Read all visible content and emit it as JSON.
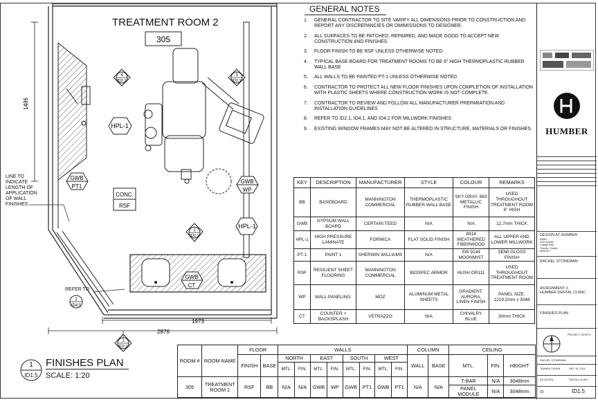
{
  "room": {
    "title": "TREATMENT ROOM 2",
    "number": "305",
    "dim_vertical": "1486",
    "dim_inner": "1973",
    "dim_overall": "2876"
  },
  "plan_tags": {
    "hpl_left": "HPL-1",
    "hpl_right": "HPL-1",
    "gwb_pt1_top": "GWB",
    "gwb_pt1_bottom": "PT1",
    "gwb_wp_top": "GWB",
    "gwb_wp_bottom": "WP",
    "gwb_ct_top": "GWB",
    "gwb_ct_bottom": "CT",
    "floor_top": "CONC.",
    "floor_bottom": "RSF",
    "elev_left_num": "4",
    "elev_left_ref": "ID2.1",
    "elev_right_num": "3",
    "elev_right_ref": "ID2.1",
    "elev_center_num": "2",
    "elev_center_ref": "ID2.1",
    "elev_bottom_num": "1",
    "elev_bottom_ref": "ID2.1",
    "refer_num": "1",
    "refer_ref": "ID4.1"
  },
  "annotations": {
    "wall_finish_note": [
      "LINE TO",
      "INDICATE",
      "LENGTH OF",
      "APPLICATION",
      "OF WALL",
      "FINISHES"
    ],
    "refer_to": "REFER TO"
  },
  "drawing_title": {
    "num": "1",
    "sheet": "ID1.5",
    "title": "FINISHES PLAN",
    "scale": "SCALE: 1:20"
  },
  "general_notes": {
    "title": "GENERAL NOTES",
    "items": [
      {
        "n": "1.",
        "text": "GENERAL CONTRACTOR TO SITE VARIFY ALL DIMENSIONS PRIOR TO CONSTRUCTION AND REPORT ANY DISCREPANCIES OR OMIMISSIONS TO DESIGNER."
      },
      {
        "n": "2.",
        "text": "ALL SURFACES TO BE PATCHED, REPAIRED, AND MADE GOOD TO ACCEPT NEW CONSTRUCTION AND FINISHES."
      },
      {
        "n": "3.",
        "text": "FLOOR FINISH TO BE RSF UNLESS OTHERWISE NOTED."
      },
      {
        "n": "4.",
        "text": "TYPICAL BASE BOARD FOR TREATMENT ROOMS TO BE 6\" HIGH THERMOPLASTIC RUBBER WALL BASE"
      },
      {
        "n": "5.",
        "text": "ALL WALLS TO BE PAINTED PT-1 UNLESS OTHERWISE NOTED"
      },
      {
        "n": "6.",
        "text": "CONTRACTOR TO PROTECT ALL NEW FLOOR FINISHES UPON COMPLETION OF INSTALLATION WITH PLASTIC SHEETS WHERE CONSTRUCTION WORK IS NOT COMPLETE."
      },
      {
        "n": "7.",
        "text": "CONTRACTOR TO REVIEW AND FOLLOW ALL MANUFACTURER PREPARATION AND INSTALLATION GUIDELINES"
      },
      {
        "n": "8.",
        "text": "REFER TO ID2.1, ID4.1, AND ID4.2 FOR MILLWORK FINISHES"
      },
      {
        "n": "9.",
        "text": "EXISTING WINDOW FRAMES MAY NOT BE ALTERED IN STRUCTURE, MATERIALS OR FINISHES."
      }
    ]
  },
  "legend": {
    "headers": [
      "KEY",
      "DESCRIPTION",
      "MANUFACTURER",
      "STYLE",
      "COLOUR",
      "REMARKS"
    ],
    "rows": [
      [
        "BB",
        "BASEBOARD",
        "MANNINGTON COMMERCIAL",
        "THERMOPLASTIC RUBBER WALL BASE",
        "SKY GRAY, 663 METALLIC FINISH",
        "USED THROUGHOUT TREATMENT ROOM 6\" HIGH"
      ],
      [
        "GWB",
        "GYPSUM WALL BOARD",
        "CERTAIN TEED",
        "N/A",
        "N/A",
        "12.7mm THICK"
      ],
      [
        "HPL-1",
        "HIGH PRESSURE LAMINATE",
        "FORMICA",
        "FLAT SOLID FINISH",
        "8914 WEATHERED FIBERWOOD",
        "ALL UPPER AND LOWER MILLWORK"
      ],
      [
        "PT-1",
        "PAINT 1",
        "SHERWIN WILLIAMS",
        "N/A",
        "SW 9144 MOONMIST",
        "SEMI GLOSS FINISH"
      ],
      [
        "RSF",
        "RESILIENT SHEET FLOORING",
        "MANNINGTON COMMERCIAL",
        "BIOSPEC ARMOR",
        "HUSH OR111",
        "USED THROUGHOUT TREATMENT ROOM"
      ],
      [
        "WP",
        "WALL PANELING:",
        "MÓZ",
        "ALUMINUM METAL SHEETS",
        "GRADIENT, AURORA, LINEN FINISH",
        "PANEL SIZE: 1219.2mm x 3048"
      ],
      [
        "CT",
        "COUNTER + BACKSPLASH",
        "VETRAZZO",
        "N/A",
        "CHIVALRY BLUE",
        "30mm THICK"
      ]
    ]
  },
  "schedule": {
    "h_room_num": "ROOM #",
    "h_room_name": "ROOM NAME",
    "h_floor": "FLOOR",
    "h_walls": "WALLS",
    "h_column": "COLUMN",
    "h_ceiling": "CEILING",
    "h_finish": "FINISH",
    "h_base": "BASE",
    "h_north": "NORTH",
    "h_east": "EAST",
    "h_south": "SOUTH",
    "h_west": "WEST",
    "h_wall": "WALL",
    "h_col_base": "BASE",
    "h_mtl": "MTL.",
    "h_fin": "FIN.",
    "h_ceil_mtl": "MTL.",
    "h_ceil_fin": "FIN.",
    "h_height": "HEIGHT",
    "row": {
      "num": "305",
      "name": "TREATMENT ROOM 2",
      "finish": "RSF",
      "base": "BB",
      "n_mtl": "N/A",
      "n_fin": "N/A",
      "e_mtl": "GWB",
      "e_fin": "WP",
      "s_mtl": "GWB",
      "s_fin": "PT1",
      "w_mtl": "GWB",
      "w_fin": "PT1",
      "col_wall": "N/A",
      "col_base": "N/A",
      "ceil1_mtl": "T-BAR",
      "ceil1_fin": "N/A",
      "ceil1_h": "3048mm",
      "ceil2_mtl": "PANEL MODULE",
      "ceil2_fin": "N/A",
      "ceil2_h": "3048mm"
    }
  },
  "title_block": {
    "brand": "HUMBER",
    "firm": "DESIGN AT HUMBER",
    "firm_addr": [
      "BAND",
      "205 Humber",
      "College Blvd.",
      "Toronto, Ontario",
      "M9W 5L7"
    ],
    "designer": "RACHEL STONEMAN",
    "project": [
      "ASSIGNMENT 3",
      "HUMBER DENTAL CLINIC"
    ],
    "sheet_title": "FINISHES PLAN",
    "north_label": "PROJECT NORTH",
    "drawn": "RACHEL STONEMAN",
    "checked": "TAMARA TUKAN",
    "date": "DEC 10, 2021",
    "scale": "AS NOTED",
    "phase": "DENTAL CLINIC",
    "rev": "03",
    "sheet_no": "ID1.5"
  }
}
